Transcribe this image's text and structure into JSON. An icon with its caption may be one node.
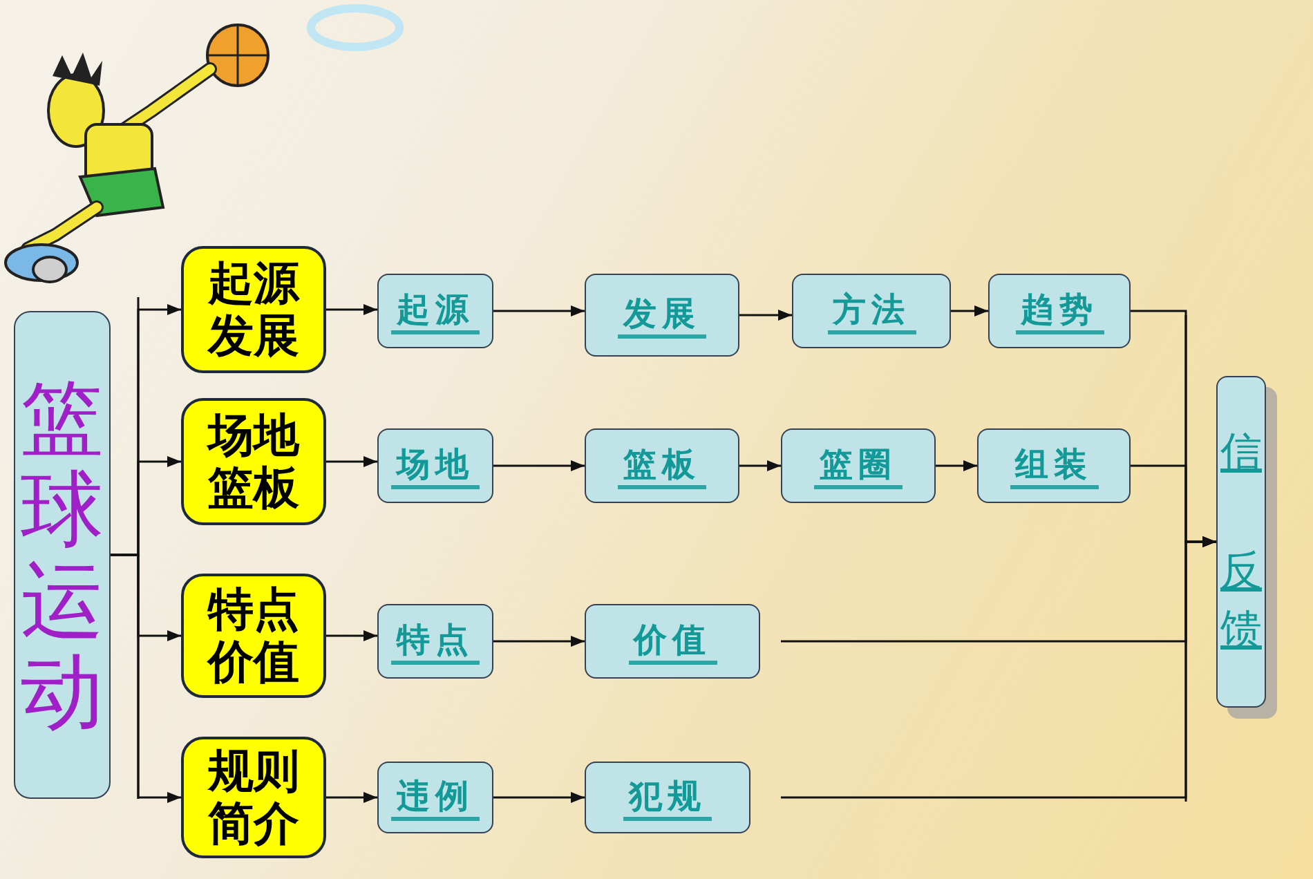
{
  "diagram": {
    "nodes": [
      {
        "text": [
          "篮球运动"
        ]
      },
      {
        "text": [
          "起源发展"
        ]
      },
      {
        "text": [
          "场地篮板"
        ]
      },
      {
        "text": [
          "特点价值"
        ]
      },
      {
        "text": [
          "规则简介"
        ]
      },
      {
        "text": [
          "起源"
        ]
      },
      {
        "text": [
          "发展"
        ]
      },
      {
        "text": [
          "方法"
        ]
      },
      {
        "text": [
          "趋势"
        ]
      },
      {
        "text": [
          "场地"
        ]
      },
      {
        "text": [
          "篮板"
        ]
      },
      {
        "text": [
          "篮圈"
        ]
      },
      {
        "text": [
          "组装"
        ]
      },
      {
        "text": [
          "特点"
        ]
      },
      {
        "text": [
          "价值"
        ]
      },
      {
        "text": [
          "违例"
        ]
      },
      {
        "text": [
          "犯规"
        ]
      },
      {
        "text": [
          "信",
          "反馈"
        ]
      }
    ],
    "edges": [
      {
        "from": 0,
        "to": 1,
        "arrow": "to"
      },
      {
        "from": 0,
        "to": 2,
        "arrow": "to"
      },
      {
        "from": 0,
        "to": 3,
        "arrow": "to"
      },
      {
        "from": 0,
        "to": 4,
        "arrow": "to"
      },
      {
        "from": 1,
        "to": 5,
        "arrow": "to"
      },
      {
        "from": 5,
        "to": 6,
        "arrow": "to"
      },
      {
        "from": 6,
        "to": 7,
        "arrow": "to"
      },
      {
        "from": 7,
        "to": 8,
        "arrow": "to"
      },
      {
        "from": 2,
        "to": 9,
        "arrow": "to"
      },
      {
        "from": 9,
        "to": 10,
        "arrow": "to"
      },
      {
        "from": 10,
        "to": 11,
        "arrow": "to"
      },
      {
        "from": 11,
        "to": 12,
        "arrow": "to"
      },
      {
        "from": 3,
        "to": 13,
        "arrow": "to"
      },
      {
        "from": 13,
        "to": 14,
        "arrow": "to"
      },
      {
        "from": 4,
        "to": 15,
        "arrow": "to"
      },
      {
        "from": 15,
        "to": 16,
        "arrow": "to"
      },
      {
        "from": 8,
        "to": 17,
        "arrow": "to"
      },
      {
        "from": 12,
        "to": 17,
        "arrow": "to"
      },
      {
        "from": 14,
        "to": 17,
        "arrow": "to"
      },
      {
        "from": 16,
        "to": 17,
        "arrow": "to"
      }
    ]
  }
}
